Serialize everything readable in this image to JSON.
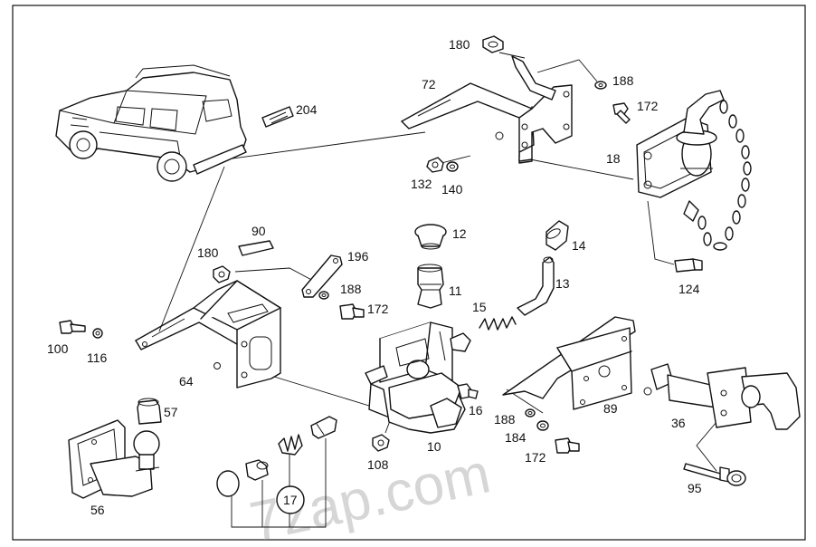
{
  "watermark": "7zap.com",
  "callouts": {
    "c180a": "180",
    "c72": "72",
    "c188a": "188",
    "c172a": "172",
    "c204": "204",
    "c18": "18",
    "c132": "132",
    "c140": "140",
    "c124": "124",
    "c90": "90",
    "c180b": "180",
    "c196": "196",
    "c188b": "188",
    "c172b": "172",
    "c12": "12",
    "c14": "14",
    "c11": "11",
    "c13": "13",
    "c15": "15",
    "c100": "100",
    "c116": "116",
    "c64": "64",
    "c16": "16",
    "c188c": "188",
    "c184": "184",
    "c172c": "172",
    "c89": "89",
    "c36": "36",
    "c57": "57",
    "c10": "10",
    "c108": "108",
    "c17": "17",
    "c56": "56",
    "c95": "95"
  },
  "colors": {
    "line": "#111111",
    "watermark": "#d6d6d6",
    "background": "#ffffff"
  }
}
